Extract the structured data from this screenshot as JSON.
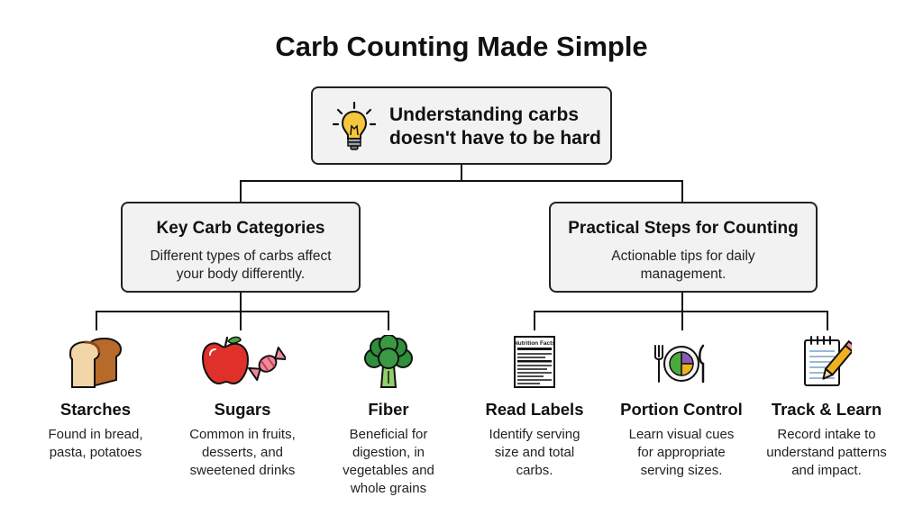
{
  "title": "Carb Counting Made Simple",
  "root": {
    "line1": "Understanding carbs",
    "line2": "doesn't have to be hard",
    "icon": "lightbulb-icon"
  },
  "categories": [
    {
      "title": "Key Carb Categories",
      "desc_line1": "Different types of carbs affect",
      "desc_line2": "your body differently.",
      "items": [
        {
          "title": "Starches",
          "lines": [
            "Found in bread,",
            "pasta, potatoes"
          ],
          "icon": "bread-icon"
        },
        {
          "title": "Sugars",
          "lines": [
            "Common in fruits,",
            "desserts, and",
            "sweetened drinks"
          ],
          "icon": "apple-candy-icon"
        },
        {
          "title": "Fiber",
          "lines": [
            "Beneficial for",
            "digestion, in",
            "vegetables and",
            "whole grains"
          ],
          "icon": "broccoli-icon"
        }
      ]
    },
    {
      "title": "Practical Steps for Counting",
      "desc_line1": "Actionable tips for daily",
      "desc_line2": "management.",
      "items": [
        {
          "title": "Read Labels",
          "lines": [
            "Identify serving",
            "size and total",
            "carbs."
          ],
          "icon": "nutrition-label-icon",
          "label_text": "Nutrition Facts"
        },
        {
          "title": "Portion Control",
          "lines": [
            "Learn visual cues",
            "for appropriate",
            "serving sizes."
          ],
          "icon": "portion-plate-icon"
        },
        {
          "title": "Track & Learn",
          "lines": [
            "Record intake to",
            "understand patterns",
            "and impact."
          ],
          "icon": "notepad-pencil-icon"
        }
      ]
    }
  ]
}
